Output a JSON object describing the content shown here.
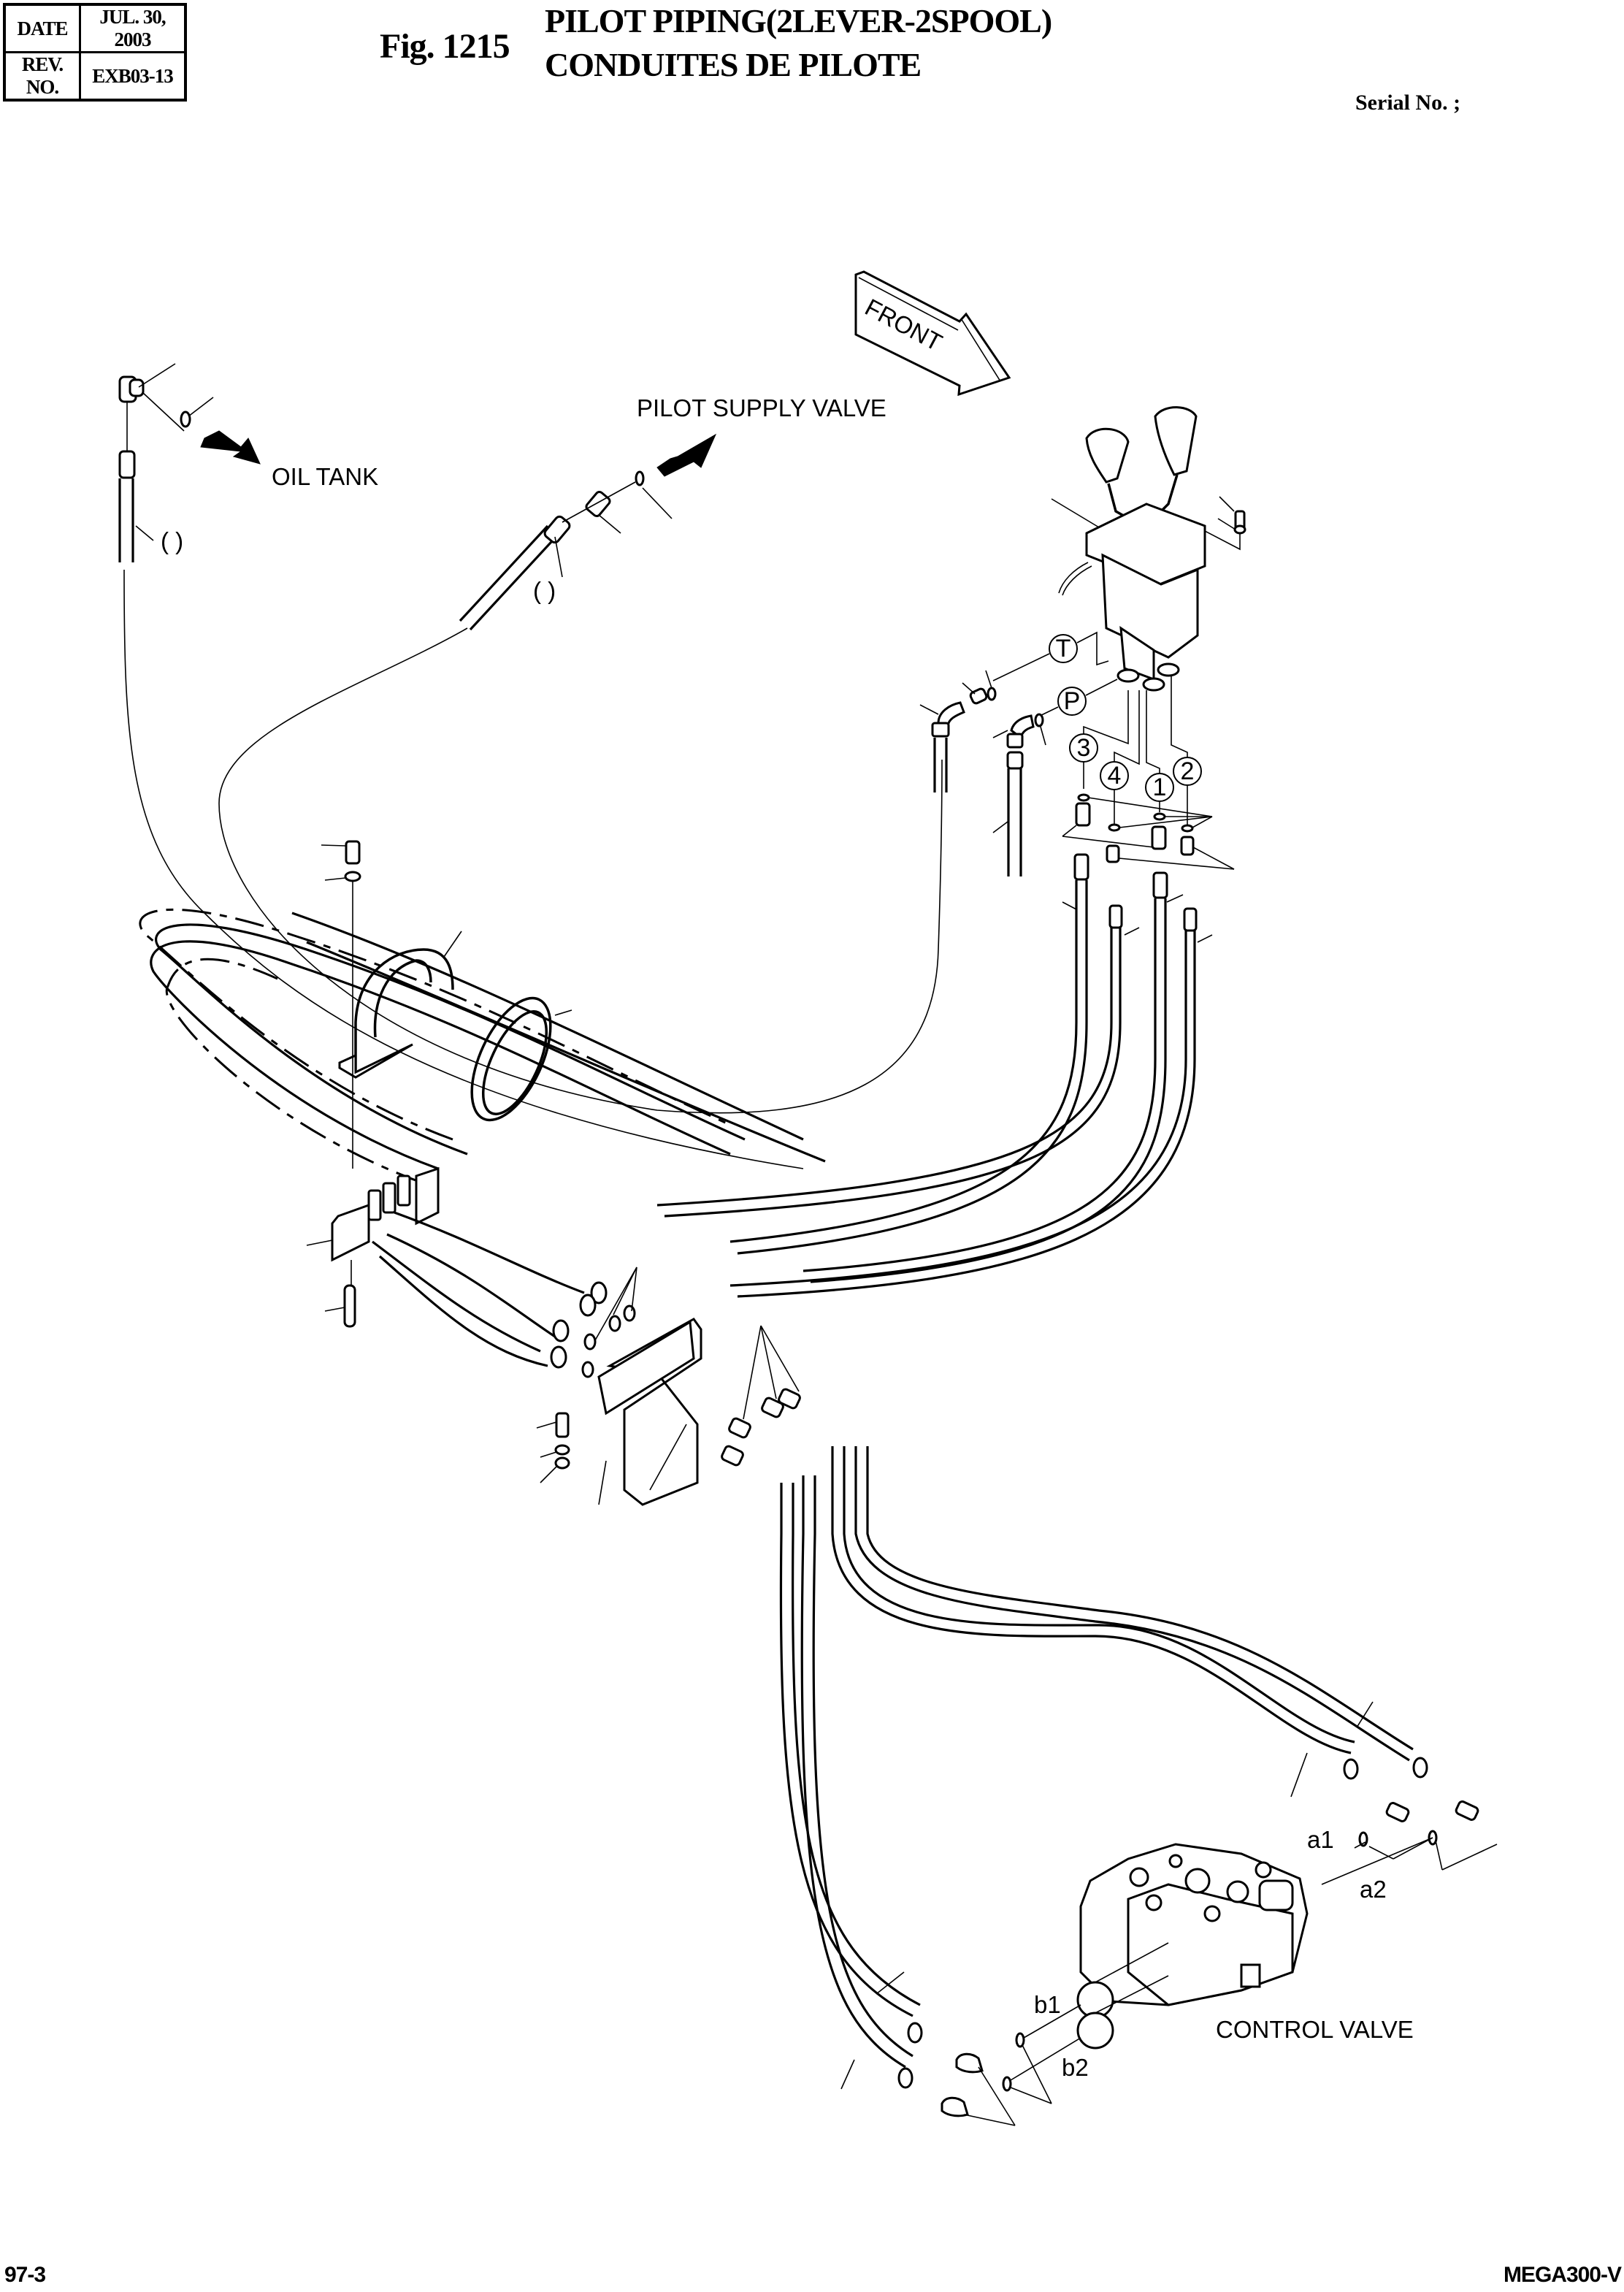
{
  "header": {
    "date_label": "DATE",
    "date_value": "JUL. 30, 2003",
    "rev_label": "REV. NO.",
    "rev_value": "EXB03-13",
    "figure_number": "Fig. 1215",
    "title_en": "PILOT PIPING(2LEVER-2SPOOL)",
    "title_fr": "CONDUITES DE PILOTE",
    "serial_label": "Serial No. ;"
  },
  "diagram": {
    "direction_arrow": "FRONT",
    "callouts": {
      "oil_tank": "OIL TANK",
      "pilot_supply_valve": "PILOT SUPPLY VALVE",
      "control_valve": "CONTROL VALVE"
    },
    "hose_length_placeholders": [
      "(    )",
      "(    )"
    ],
    "pilot_valve_ports": [
      "T",
      "P",
      "3",
      "4",
      "1",
      "2"
    ],
    "control_valve_ports": [
      "a1",
      "a2",
      "b1",
      "b2"
    ]
  },
  "footer": {
    "page_number": "97-3",
    "model": "MEGA300-V"
  }
}
